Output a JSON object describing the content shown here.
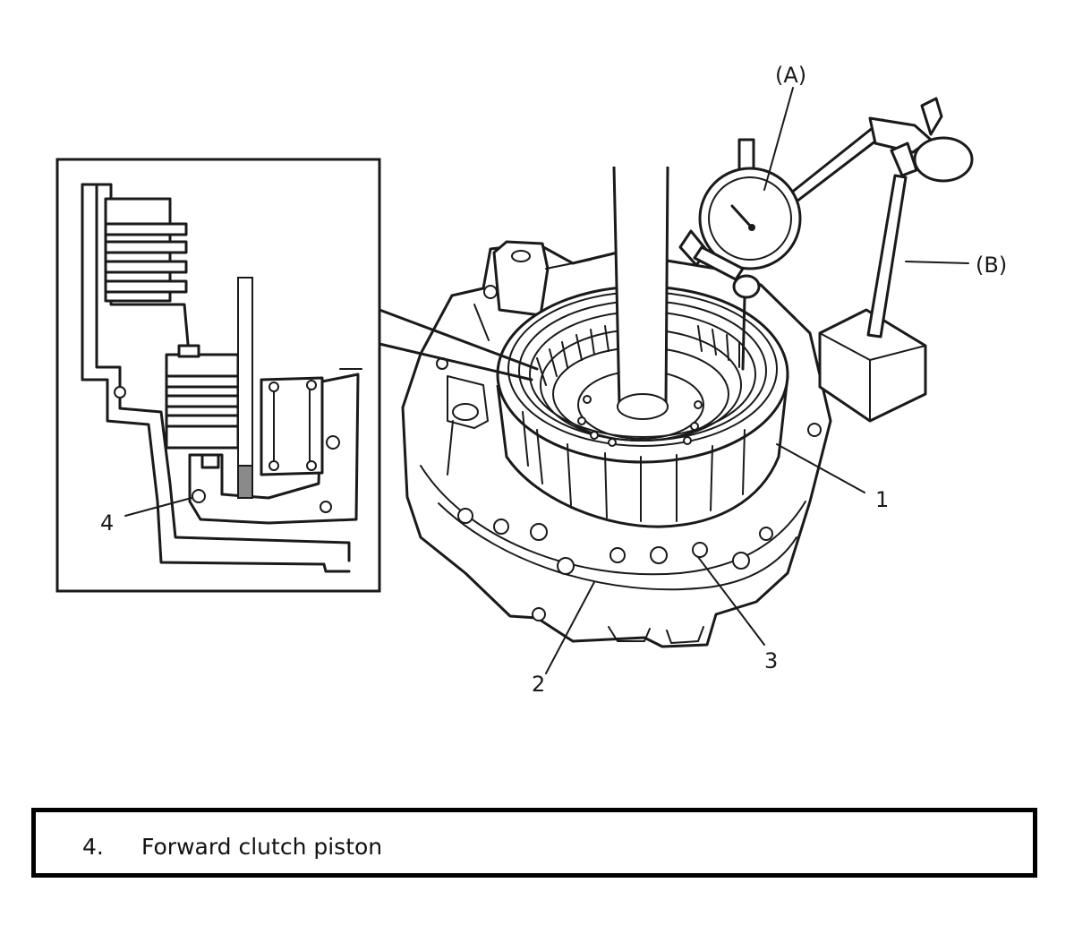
{
  "figure": {
    "callouts": {
      "A": "(A)",
      "B": "(B)",
      "1": "1",
      "2": "2",
      "3": "3",
      "4": "4"
    }
  },
  "caption": {
    "number": "4.",
    "text": "Forward clutch piston"
  }
}
